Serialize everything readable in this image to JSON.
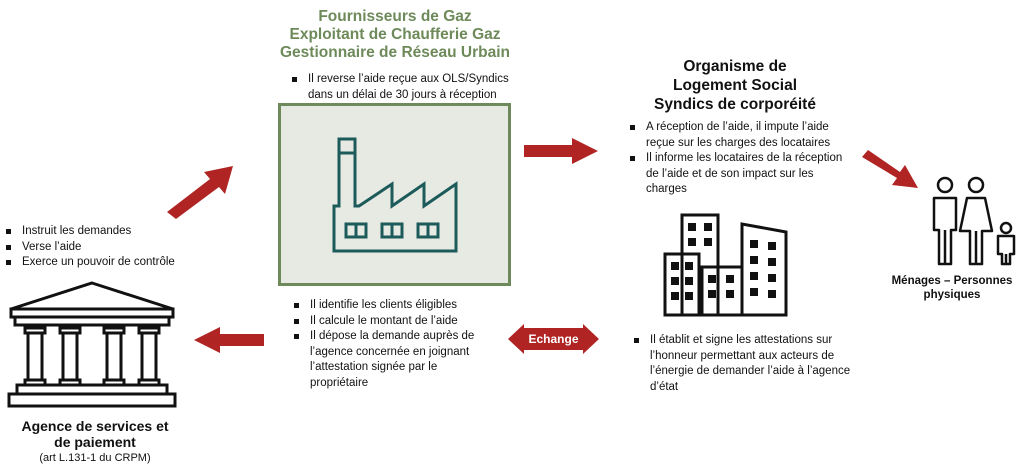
{
  "supplier": {
    "titles": [
      "Fournisseurs de Gaz",
      "Exploitant de Chaufferie Gaz",
      "Gestionnaire de Réseau Urbain"
    ],
    "note": [
      "Il reverse l’aide reçue aux OLS/Syndics dans un délai de 30 jours à réception"
    ],
    "tasks": [
      "Il identifie les clients éligibles",
      "Il calcule le montant de l’aide",
      "Il dépose la demande auprès de l’agence concernée en joignant l’attestation signée par le propriétaire"
    ]
  },
  "housing": {
    "titles": [
      "Organisme de",
      "Logement Social",
      "Syndics de corporéité"
    ],
    "tasks": [
      "A réception de l’aide, il impute l’aide reçue  sur les charges des  locataires",
      "Il informe les locataires de la réception de l’aide et de son impact sur les charges"
    ],
    "attestation": [
      "Il établit et signe les attestations sur l’honneur permettant aux acteurs de l’énergie de demander l’aide à l’agence d’état"
    ]
  },
  "agency": {
    "tasks": [
      "Instruit les demandes",
      "Verse l’aide",
      "Exerce un pouvoir de contrôle"
    ],
    "title_line1": "Agence de services et",
    "title_line2": "de paiement",
    "subtitle": "(art L.131-1 du CRPM)"
  },
  "households": {
    "label_line1": "Ménages – Personnes",
    "label_line2": "physiques"
  },
  "exchange_label": "Echange",
  "colors": {
    "accent_green": "#6e8a5a",
    "arrow_red": "#b02524",
    "icon_teal": "#1d5b5b",
    "box_fill": "#e6eae3"
  },
  "icons": [
    "factory-icon",
    "bank-icon",
    "buildings-icon",
    "family-icon"
  ]
}
